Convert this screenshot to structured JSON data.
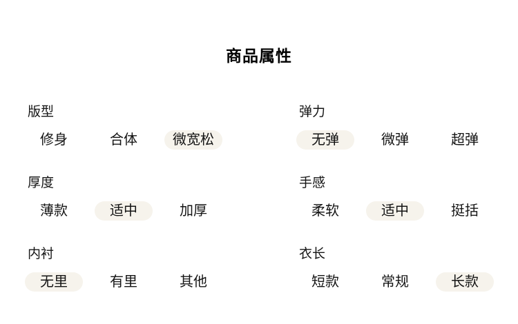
{
  "page": {
    "title": "商品属性"
  },
  "colors": {
    "page_bg": "#ffffff",
    "text": "#141414",
    "selected_option_bg": "#f6f3ec"
  },
  "groups": [
    {
      "id": "fit",
      "label": "版型",
      "options": [
        {
          "label": "修身",
          "selected": false
        },
        {
          "label": "合体",
          "selected": false
        },
        {
          "label": "微宽松",
          "selected": true
        }
      ]
    },
    {
      "id": "elasticity",
      "label": "弹力",
      "options": [
        {
          "label": "无弹",
          "selected": true
        },
        {
          "label": "微弹",
          "selected": false
        },
        {
          "label": "超弹",
          "selected": false
        }
      ]
    },
    {
      "id": "thickness",
      "label": "厚度",
      "options": [
        {
          "label": "薄款",
          "selected": false
        },
        {
          "label": "适中",
          "selected": true
        },
        {
          "label": "加厚",
          "selected": false
        }
      ]
    },
    {
      "id": "feel",
      "label": "手感",
      "options": [
        {
          "label": "柔软",
          "selected": false
        },
        {
          "label": "适中",
          "selected": true
        },
        {
          "label": "挺括",
          "selected": false
        }
      ]
    },
    {
      "id": "lining",
      "label": "内衬",
      "options": [
        {
          "label": "无里",
          "selected": true
        },
        {
          "label": "有里",
          "selected": false
        },
        {
          "label": "其他",
          "selected": false
        }
      ]
    },
    {
      "id": "length",
      "label": "衣长",
      "options": [
        {
          "label": "短款",
          "selected": false
        },
        {
          "label": "常规",
          "selected": false
        },
        {
          "label": "长款",
          "selected": true
        }
      ]
    }
  ]
}
